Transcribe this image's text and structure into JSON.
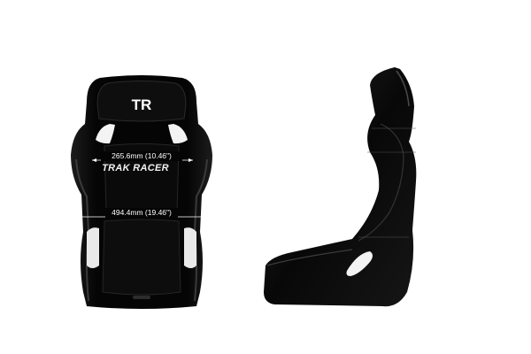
{
  "product": {
    "brand_logo": "TR",
    "brand_name": "TRAK RACER",
    "views": [
      "front-view",
      "side-view"
    ]
  },
  "dimensions": {
    "shoulder_width": "265.6mm (10.46\")",
    "seat_width": "494.4mm (19.46\")"
  },
  "colors": {
    "background": "#ffffff",
    "seat": "#0b0b0b",
    "highlight": "#3a3a3a",
    "dimension_lines": "#ffffff"
  }
}
